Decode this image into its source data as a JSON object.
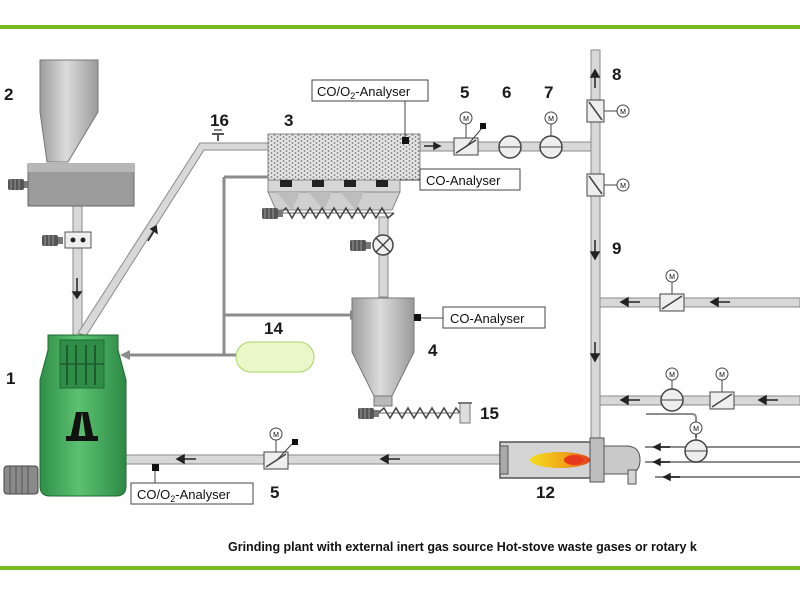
{
  "labels": {
    "n1": "1",
    "n2": "2",
    "n3": "3",
    "n4": "4",
    "n5_top": "5",
    "n5_bottom": "5",
    "n6": "6",
    "n7": "7",
    "n8": "8",
    "n9": "9",
    "n12": "12",
    "n14": "14",
    "n15": "15",
    "n16": "16"
  },
  "analysers": {
    "top": {
      "main": "CO/O",
      "sub": "2",
      "tail": "-Analyser"
    },
    "filter": "CO-Analyser",
    "bin": "CO-Analyser",
    "bottom": {
      "main": "CO/O",
      "sub": "2",
      "tail": "-Analyser"
    }
  },
  "motor_symbol": "M",
  "caption": "Grinding plant with external inert gas source Hot-stove waste gases or rotary k",
  "colors": {
    "accent_line": "#76bc21",
    "mill_green": "#3fa95b",
    "pipe_fill": "#d8d8d8",
    "pipe_edge": "#8a8a8a",
    "equipment_gray": "#c4c4c4",
    "flame_yellow": "#f2d21a",
    "flame_red": "#e63a1a",
    "tank_fill": "#eaf7c9"
  },
  "icons": [
    "motor-icon",
    "valve-damper-icon",
    "fan-icon",
    "rotary-valve-icon",
    "arrow-icon",
    "screw-conveyor-icon"
  ]
}
